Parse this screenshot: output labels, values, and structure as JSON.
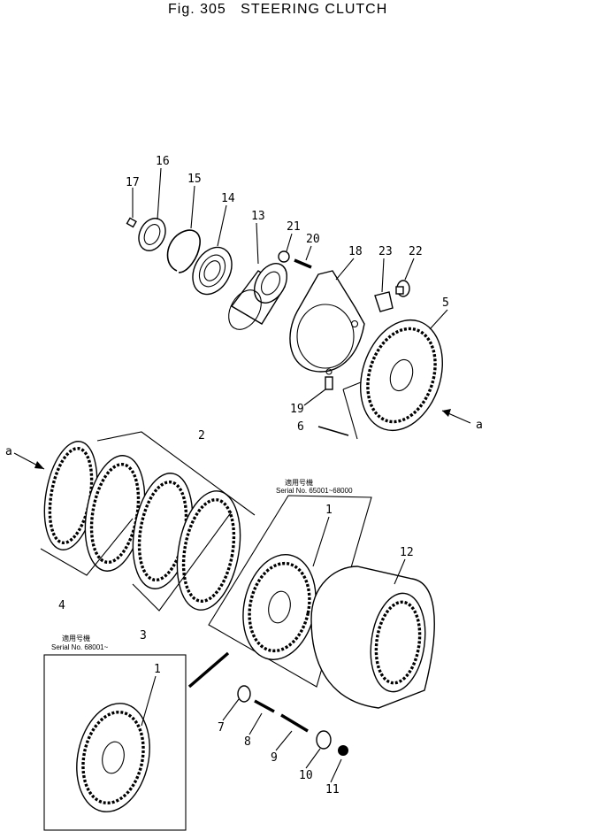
{
  "figure": {
    "number": "Fig. 305",
    "title": "STEERING CLUTCH"
  },
  "callouts": [
    "1",
    "2",
    "3",
    "4",
    "5",
    "6",
    "7",
    "8",
    "9",
    "10",
    "11",
    "12",
    "13",
    "14",
    "15",
    "16",
    "17",
    "18",
    "19",
    "20",
    "21",
    "22",
    "23"
  ],
  "section_marker": "a",
  "serial_notes": {
    "upper": {
      "jp": "適用号機",
      "text": "Serial No. 65001~68000"
    },
    "lower": {
      "jp": "適用号機",
      "text": "Serial No. 68001~"
    }
  }
}
